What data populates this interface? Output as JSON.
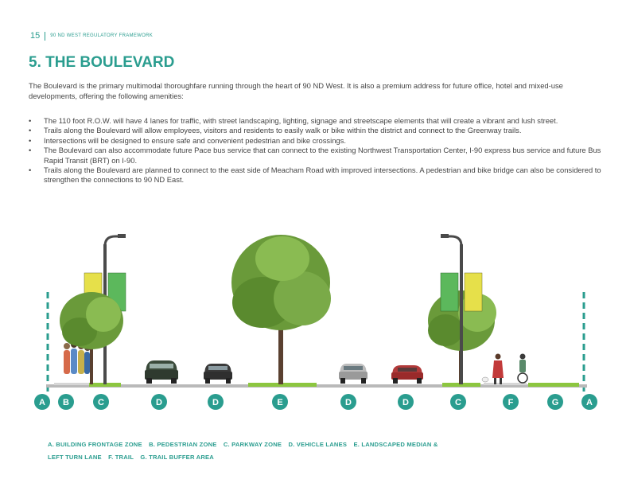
{
  "header": {
    "page_number": "15",
    "doc_title": "90 ND WEST REGULATORY FRAMEWORK"
  },
  "section": {
    "title": "5. THE BOULEVARD",
    "intro": "The Boulevard is the primary multimodal thoroughfare running through the heart of 90 ND West. It is also a premium address for future office, hotel and mixed-use developments, offering the following amenities:",
    "bullets": [
      "The 110 foot R.O.W. will have 4 lanes for traffic, with street landscaping, lighting, signage and streetscape elements that will create a vibrant and lush street.",
      "Trails along the Boulevard will allow employees, visitors and residents to easily walk or bike within the district and connect to the Greenway trails.",
      "Intersections will be designed to ensure safe and convenient pedestrian and bike crossings.",
      "The Boulevard can also accommodate future Pace bus service that can connect to the existing Northwest Transportation Center, I-90 express bus service and future Bus Rapid Transit (BRT) on I-90.",
      "Trails along the Boulevard are planned to connect to the east side of Meacham Road with improved intersections. A pedestrian and bike bridge can also be considered to strengthen the connections to 90 ND East."
    ]
  },
  "zone_markers": [
    "A",
    "B",
    "C",
    "D",
    "D",
    "E",
    "D",
    "D",
    "C",
    "F",
    "G",
    "A"
  ],
  "legend": [
    "A. BUILDING FRONTAGE ZONE",
    "B. PEDESTRIAN ZONE",
    "C. PARKWAY ZONE",
    "D. VEHICLE LANES",
    "E. LANDSCAPED MEDIAN &",
    "LEFT TURN LANE",
    "F. TRAIL",
    "G. TRAIL BUFFER AREA"
  ],
  "colors": {
    "accent": "#2a9d8f",
    "grass": "#8cc63f",
    "banner_yellow": "#e6e04a",
    "banner_green": "#5cb85c"
  }
}
